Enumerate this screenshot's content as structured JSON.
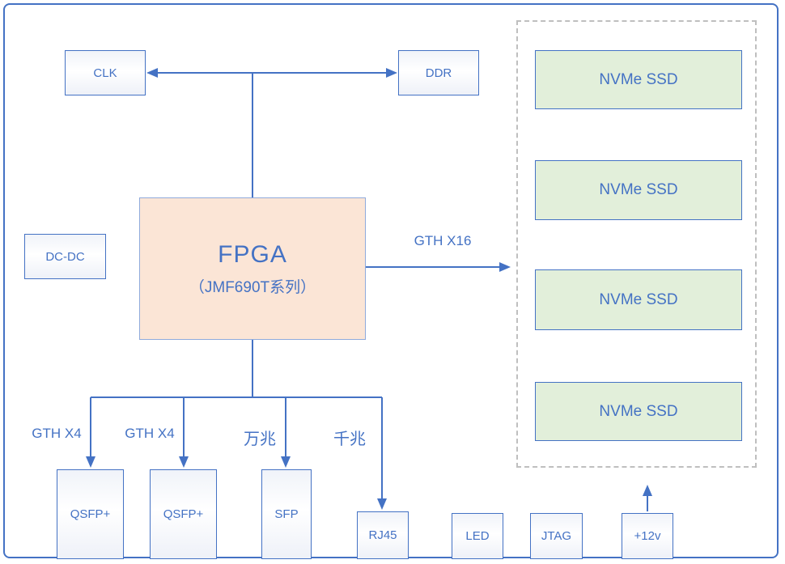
{
  "nodes": {
    "clk": "CLK",
    "ddr": "DDR",
    "dc_dc": "DC-DC",
    "fpga_title": "FPGA",
    "fpga_subtitle": "（JMF690T系列）",
    "qsfp_1": "QSFP+",
    "qsfp_2": "QSFP+",
    "sfp": "SFP",
    "rj45": "RJ45",
    "led": "LED",
    "jtag": "JTAG",
    "power": "+12v"
  },
  "ssd_slots": [
    {
      "label": "NVMe SSD"
    },
    {
      "label": "NVMe SSD"
    },
    {
      "label": "NVMe SSD"
    },
    {
      "label": "NVMe SSD"
    }
  ],
  "edge_labels": {
    "gth_x16": "GTH X16",
    "gth_x4_left": "GTH X4",
    "gth_x4_right": "GTH X4",
    "ten_gigabit": "万兆",
    "gigabit": "千兆"
  },
  "colors": {
    "line_blue": "#4472C4",
    "text_blue": "#4472C4",
    "fpga_fill": "#FBE5D6",
    "fpga_border": "#8FAADC",
    "ssd_fill": "#E2EFDA",
    "small_box_border": "#4472C4",
    "dashed_border": "#BFBFBF",
    "outer_frame": "#4472C4"
  }
}
